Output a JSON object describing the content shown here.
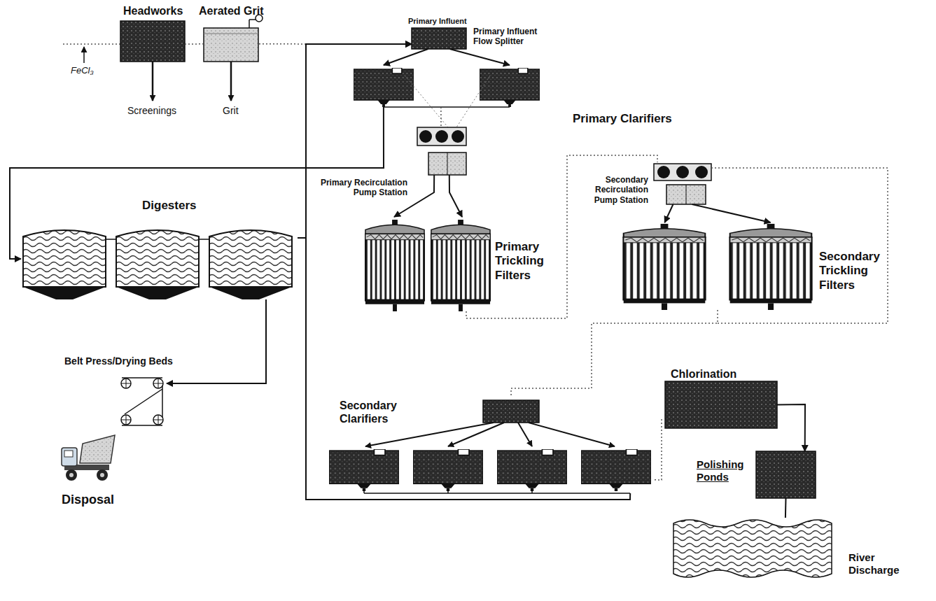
{
  "diagram": {
    "nodes": [
      {
        "text": [
          "Headworks"
        ]
      },
      {
        "text": [
          "Aerated Grit"
        ]
      },
      {
        "text": [
          "Primary Influent",
          "Primary Influent Flow Splitter"
        ]
      },
      {
        "text": [
          "Primary Clarifiers"
        ]
      },
      {
        "text": [
          "Primary Recirculation Pump Station"
        ]
      },
      {
        "text": [
          "Primary Trickling Filters"
        ]
      },
      {
        "text": [
          "Secondary Recirculation Pump Station"
        ]
      },
      {
        "text": [
          "Secondary Trickling Filters"
        ]
      },
      {
        "text": [
          "Digesters"
        ]
      },
      {
        "text": [
          "Belt Press/Drying Beds"
        ]
      },
      {
        "text": [
          "Disposal"
        ]
      },
      {
        "text": [
          "Secondary Clarifiers"
        ]
      },
      {
        "text": [
          "Chlorination"
        ]
      },
      {
        "text": [
          "Polishing Ponds"
        ]
      },
      {
        "text": [
          "River Discharge"
        ]
      }
    ],
    "edges": [
      {
        "from": 0,
        "to": 1,
        "arrow": "none"
      },
      {
        "from": 1,
        "to": 2,
        "arrow": "none"
      },
      {
        "from": 2,
        "to": 3,
        "arrow": "to"
      },
      {
        "from": 3,
        "to": 4,
        "arrow": "none"
      },
      {
        "from": 4,
        "to": 5,
        "arrow": "to"
      },
      {
        "from": 5,
        "to": 6,
        "arrow": "none"
      },
      {
        "from": 6,
        "to": 7,
        "arrow": "to"
      },
      {
        "from": 7,
        "to": 11,
        "arrow": "none"
      },
      {
        "from": 11,
        "to": 12,
        "arrow": "none"
      },
      {
        "from": 12,
        "to": 13,
        "arrow": "to"
      },
      {
        "from": 13,
        "to": 14,
        "arrow": "none"
      },
      {
        "from": 3,
        "to": 8,
        "arrow": "to"
      },
      {
        "from": 8,
        "to": 2,
        "arrow": "to"
      },
      {
        "from": 11,
        "to": 2,
        "arrow": "to"
      },
      {
        "from": 8,
        "to": 9,
        "arrow": "to"
      }
    ],
    "labels": [
      "FeCl₃",
      "Screenings",
      "Grit"
    ]
  }
}
